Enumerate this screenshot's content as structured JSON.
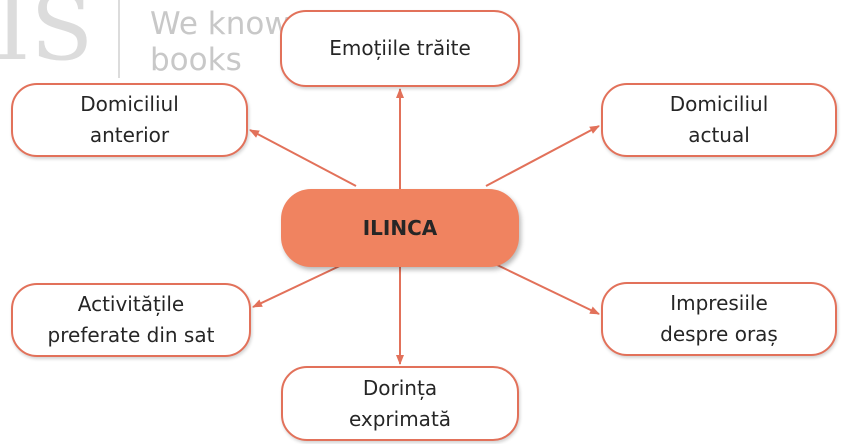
{
  "watermark": {
    "logo": "IS",
    "line1": "We know",
    "line2": "books"
  },
  "center": {
    "label": "ILINCA"
  },
  "nodes": {
    "top": {
      "lines": [
        "Emoțiile trăite"
      ]
    },
    "top_left": {
      "lines": [
        "Domiciliul",
        "anterior"
      ]
    },
    "top_right": {
      "lines": [
        "Domiciliul",
        "actual"
      ]
    },
    "bottom_left": {
      "lines": [
        "Activitățile",
        "preferate din sat"
      ]
    },
    "bottom_right": {
      "lines": [
        "Impresiile",
        "despre oraș"
      ]
    },
    "bottom": {
      "lines": [
        "Dorința",
        "exprimată"
      ]
    }
  },
  "colors": {
    "center_fill": "#f08360",
    "node_border": "#e2715a",
    "arrow": "#e2715a"
  }
}
